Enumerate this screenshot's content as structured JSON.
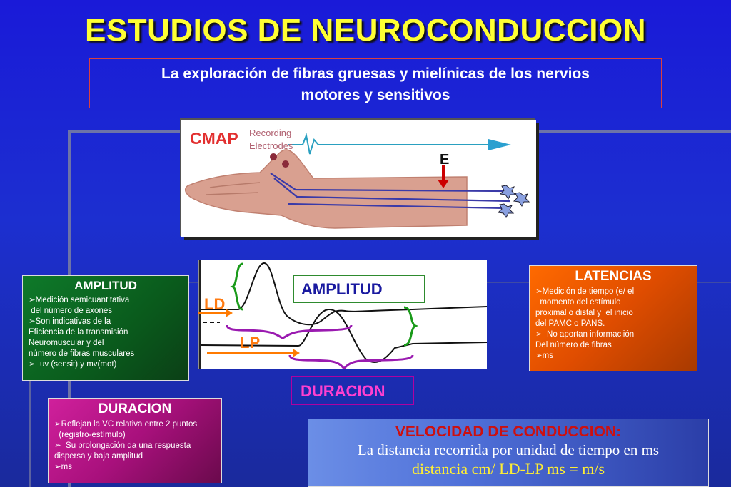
{
  "title": "ESTUDIOS DE NEUROCONDUCCION",
  "subtitle": {
    "line1": "La exploración de fibras gruesas y mielínicas de los nervios",
    "line2": "motores y sensitivos"
  },
  "arm_figure": {
    "cmap": "CMAP",
    "recording": "Recording",
    "electrodes": "Electrodes",
    "stimulus": "E"
  },
  "waveform": {
    "ld": "LD",
    "lp": "LP",
    "amplitud": "AMPLITUD",
    "duracion": "DURACION"
  },
  "amplitud_box": {
    "title": "AMPLITUD",
    "items": [
      "➢Medición semicuantitativa",
      " del número de axones",
      "➢Son indicativas de la",
      "Eficiencia de la transmisión",
      "Neuromuscular y del",
      "número de fibras musculares",
      "➢  uv (sensit) y mv(mot)"
    ]
  },
  "latencias_box": {
    "title": "LATENCIAS",
    "items": [
      "➢Medición de tiempo (e/ el",
      "  momento del estímulo",
      "proximal o distal y  el inicio",
      "del PAMC o PANS.",
      "➢  No aportan informaciión",
      "Del número de fibras",
      "➢ms"
    ]
  },
  "duracion_box": {
    "title": "DURACION",
    "items": [
      "➢Reflejan la VC relativa entre 2 puntos",
      "  (registro-estímulo)",
      "➢  Su prolongación da una respuesta",
      "dispersa y baja amplitud",
      "➢ms"
    ]
  },
  "velocidad_box": {
    "title": "VELOCIDAD DE CONDUCCION:",
    "text": "La distancia recorrida por unidad de tiempo en ms",
    "formula": "distancia cm/ LD-LP ms = m/s"
  },
  "colors": {
    "background": "#1a1ad8",
    "title": "#ffff33",
    "amplitud_green": "#0e7a2a",
    "latencias_orange": "#ff6a00",
    "duracion_magenta": "#d0209c",
    "velocidad_title_red": "#cc1010"
  }
}
